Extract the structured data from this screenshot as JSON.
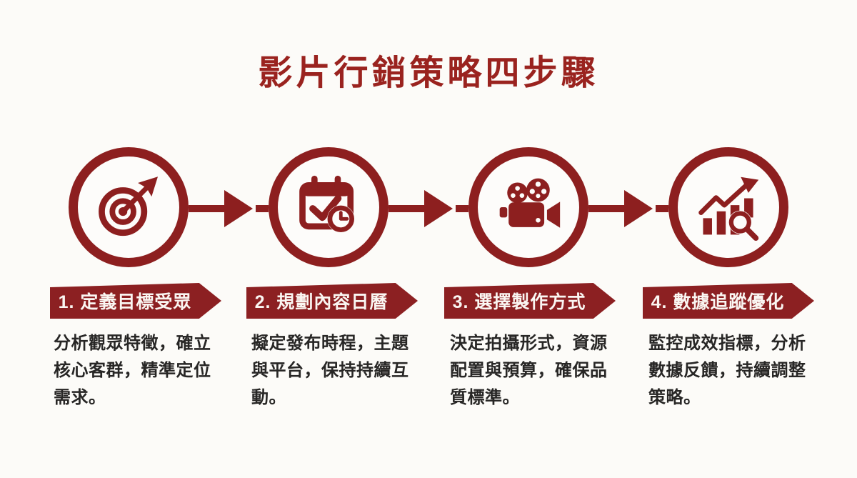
{
  "colors": {
    "accent": "#8d1f1f",
    "banner": "#8c2022",
    "title": "#9a231f",
    "text": "#272625",
    "background": "#fcfbf8"
  },
  "title": "影片行銷策略四步驟",
  "steps": [
    {
      "icon": "target-arrow-icon",
      "label": "1. 定義目標受眾",
      "description": "分析觀眾特徵，確立核心客群，精準定位需求。"
    },
    {
      "icon": "calendar-check-clock-icon",
      "label": "2. 規劃內容日曆",
      "description": "擬定發布時程，主題與平台，保持持續互動。"
    },
    {
      "icon": "movie-camera-icon",
      "label": "3. 選擇製作方式",
      "description": "決定拍攝形式，資源配置與預算，確保品質標準。"
    },
    {
      "icon": "growth-chart-magnifier-icon",
      "label": "4. 數據追蹤優化",
      "description": "監控成效指標，分析數據反饋，持續調整策略。"
    }
  ]
}
